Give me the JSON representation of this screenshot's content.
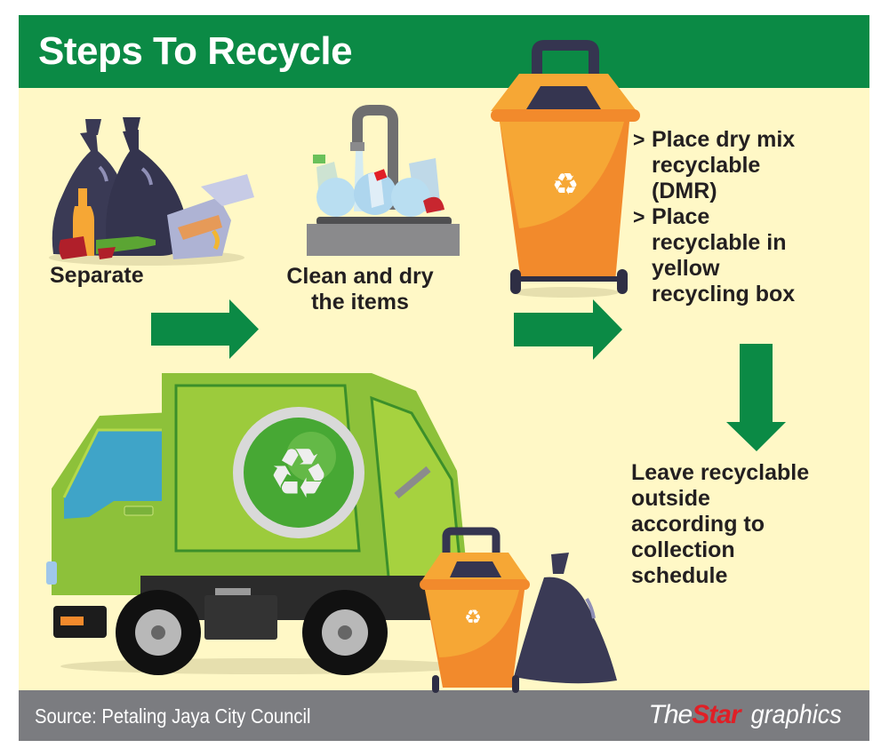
{
  "header": {
    "title": "Steps To Recycle",
    "background_color": "#0b8a45"
  },
  "steps": [
    {
      "label": "Separate",
      "illustration": "garbage-bags-with-bottles-and-food-box"
    },
    {
      "label": "Clean and dry the items",
      "line1": "Clean and dry",
      "line2": "the items",
      "illustration": "sink-with-faucet-and-plastic-bottles"
    },
    {
      "illustration": "orange-recycling-bin",
      "instructions": [
        {
          "bullet": ">",
          "text": "Place dry mix recyclable (DMR)",
          "lines": [
            "Place dry mix",
            "recyclable",
            "(DMR)"
          ]
        },
        {
          "bullet": ">",
          "text": "Place recyclable in yellow recycling box",
          "lines": [
            "Place",
            "recyclable in",
            "yellow",
            "recycling box"
          ]
        }
      ]
    },
    {
      "label": "Leave recyclable outside according to collection schedule",
      "lines": [
        "Leave recyclable",
        "outside",
        "according to",
        "collection",
        "schedule"
      ],
      "illustration": "green-garbage-truck-with-bin-and-bag"
    }
  ],
  "arrows": [
    {
      "direction": "right",
      "from": "Separate",
      "to": "Clean and dry the items"
    },
    {
      "direction": "right",
      "from": "Clean and dry the items",
      "to": "orange-recycling-bin"
    },
    {
      "direction": "down",
      "from": "instructions",
      "to": "Leave recyclable outside"
    }
  ],
  "icons": {
    "recycle": "♻"
  },
  "footer": {
    "source": "Source: Petaling Jaya City Council",
    "brand_the": "The",
    "brand_star": "Star",
    "brand_graphics": "graphics"
  },
  "colors": {
    "header_green": "#0b8a45",
    "background_cream": "#fff8c6",
    "arrow_green": "#0b8a45",
    "footer_gray": "#7b7c80",
    "brand_red": "#e01f26",
    "bin_orange": "#f6a735",
    "bin_orange_dark": "#f28a2c",
    "truck_green": "#8fc33a",
    "text_dark": "#231f20"
  }
}
